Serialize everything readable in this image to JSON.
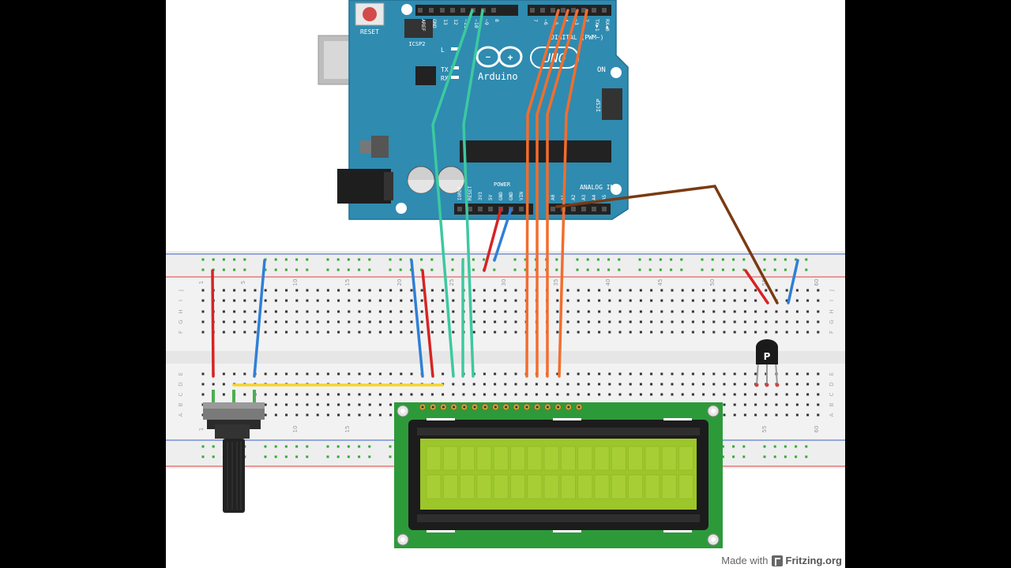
{
  "arduino": {
    "reset_label": "RESET",
    "icsp2_label": "ICSP2",
    "icsp_label": "ICSP",
    "brand": "Arduino",
    "model": "UNO",
    "digital_label": "DIGITAL (PWM~)",
    "analog_label": "ANALOG IN",
    "power_label": "POWER",
    "on_label": "ON",
    "tx_label": "TX",
    "rx_label": "RX",
    "l_label": "L",
    "top_pins": [
      "AREF",
      "GND",
      "13",
      "12",
      "~11",
      "~10",
      "~9",
      "8",
      "7",
      "~6",
      "~5",
      "4",
      "~3",
      "2",
      "TX▶1",
      "RX◀0"
    ],
    "power_pins": [
      "IOREF",
      "RESET",
      "3V3",
      "5V",
      "GND",
      "GND",
      "VIN"
    ],
    "analog_pins": [
      "A0",
      "A1",
      "A2",
      "A3",
      "A4",
      "A5"
    ]
  },
  "breadboard": {
    "column_numbers": [
      "1",
      "5",
      "10",
      "15",
      "20",
      "25",
      "30",
      "35",
      "40",
      "45",
      "50",
      "55",
      "60"
    ],
    "row_letters_top": [
      "J",
      "I",
      "H",
      "G",
      "F"
    ],
    "row_letters_bottom": [
      "E",
      "D",
      "C",
      "B",
      "A"
    ]
  },
  "transistor": {
    "marking": "P"
  },
  "credit": {
    "prefix": "Made with",
    "brand": "Fritzing.org"
  },
  "colors": {
    "board_blue": "#2f8bb0",
    "wire_orange": "#f26d2e",
    "wire_teal": "#3cc9a0",
    "wire_red": "#d62424",
    "wire_blue": "#2f7fd6",
    "wire_brown": "#7a3a12",
    "wire_yellow": "#f5d42e",
    "lcd_pcb": "#2d9a3a",
    "lcd_screen": "#9cc62a"
  }
}
